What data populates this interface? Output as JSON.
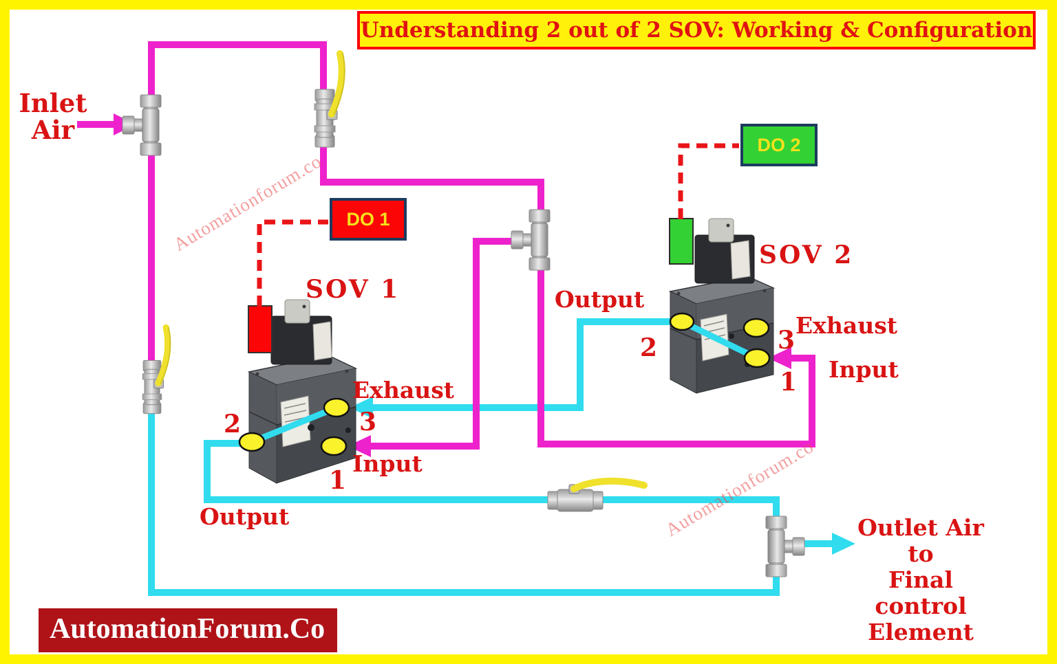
{
  "title": {
    "text": "Understanding 2 out of 2 SOV: Working & Configuration"
  },
  "labels": {
    "inlet_air": "Inlet\nAir",
    "outlet_air": "Outlet Air to\nFinal control\nElement",
    "do1": "DO 1",
    "do2": "DO 2",
    "sov1": {
      "name": "SOV 1",
      "exhaust": "Exhaust",
      "input": "Input",
      "output": "Output",
      "port1": "1",
      "port2": "2",
      "port3": "3"
    },
    "sov2": {
      "name": "SOV 2",
      "exhaust": "Exhaust",
      "input": "Input",
      "output": "Output",
      "port1": "1",
      "port2": "2",
      "port3": "3"
    }
  },
  "watermark": {
    "text": "Automationforum.co"
  },
  "logo": {
    "text": "AutomationForum.Co"
  },
  "colors": {
    "frame": "#FFF400",
    "title_bg": "#FFF10A",
    "title_border": "#FB0107",
    "title_text": "#E01212",
    "label_red": "#D91313",
    "pipe_supply": "#EE22CC",
    "pipe_output": "#30DCEE",
    "signal_dashed": "#E91418",
    "do1_bg": "#FB0506",
    "do2_bg": "#33D133",
    "do_border": "#1C3B5E",
    "do_text": "#F5E11C",
    "port": "#FAF22B",
    "valve_handle": "#EFE12C",
    "logo_bg": "#AF1318",
    "logo_text": "#FEFEFE",
    "watermark": "rgba(233,80,80,0.55)"
  }
}
